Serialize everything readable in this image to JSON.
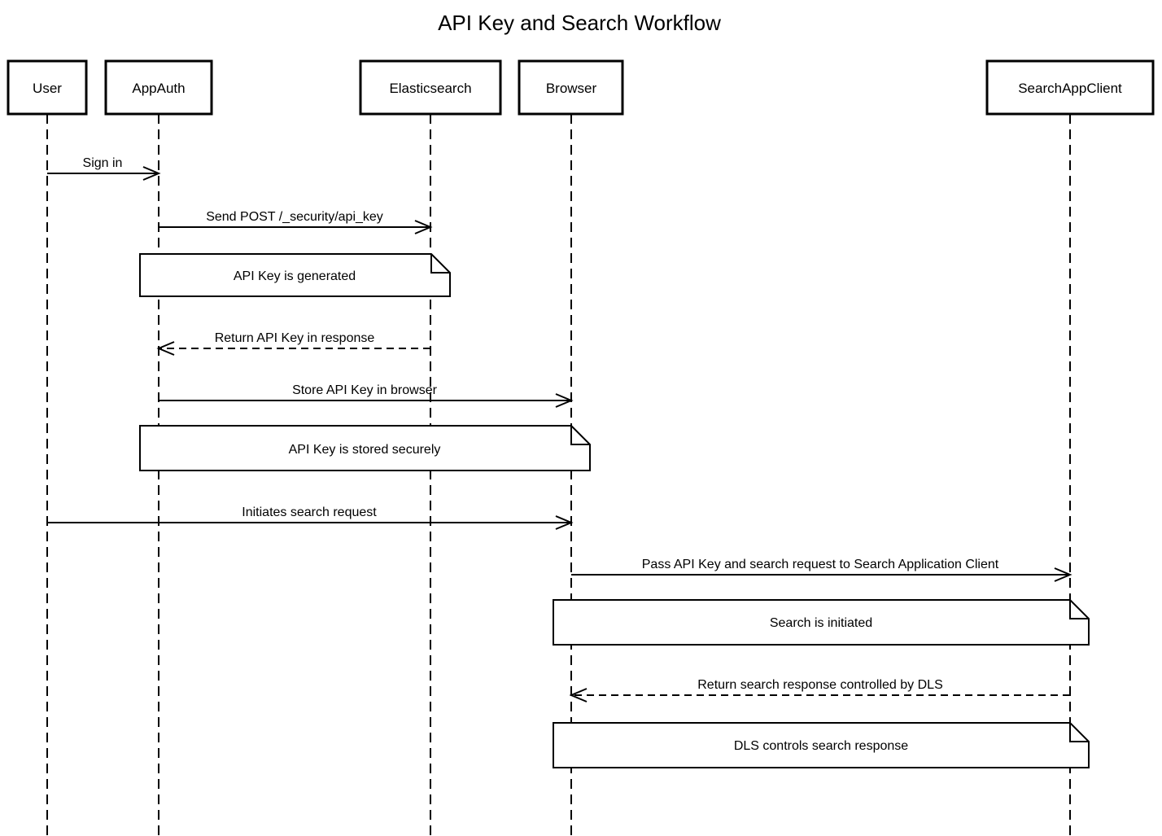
{
  "diagram": {
    "type": "sequence-diagram",
    "title": "API Key and Search Workflow",
    "participants": [
      {
        "id": "user",
        "label": "User"
      },
      {
        "id": "appauth",
        "label": "AppAuth"
      },
      {
        "id": "elasticsearch",
        "label": "Elasticsearch"
      },
      {
        "id": "browser",
        "label": "Browser"
      },
      {
        "id": "searchappclient",
        "label": "SearchAppClient"
      }
    ],
    "messages": [
      {
        "from": "User",
        "to": "AppAuth",
        "label": "Sign in",
        "line": "solid",
        "direction": "right"
      },
      {
        "from": "AppAuth",
        "to": "Elasticsearch",
        "label": "Send POST /_security/api_key",
        "line": "solid",
        "direction": "right"
      },
      {
        "from": "Elasticsearch",
        "to": "AppAuth",
        "label": "Return API Key in response",
        "line": "dashed",
        "direction": "left"
      },
      {
        "from": "AppAuth",
        "to": "Browser",
        "label": "Store API Key in browser",
        "line": "solid",
        "direction": "right"
      },
      {
        "from": "User",
        "to": "Browser",
        "label": "Initiates search request",
        "line": "solid",
        "direction": "right"
      },
      {
        "from": "Browser",
        "to": "SearchAppClient",
        "label": "Pass API Key and search request to Search Application Client",
        "line": "solid",
        "direction": "right"
      },
      {
        "from": "SearchAppClient",
        "to": "Browser",
        "label": "Return search response controlled by DLS",
        "line": "dashed",
        "direction": "left"
      }
    ],
    "notes": [
      {
        "over": "AppAuth, Elasticsearch",
        "label": "API Key is generated"
      },
      {
        "over": "AppAuth, Browser",
        "label": "API Key is stored securely"
      },
      {
        "over": "Browser, SearchAppClient",
        "label": "Search is initiated"
      },
      {
        "over": "Browser, SearchAppClient",
        "label": "DLS controls search response"
      }
    ],
    "colors": {
      "line": "#000000",
      "fill": "#ffffff",
      "text": "#000000",
      "background": "#ffffff"
    }
  }
}
